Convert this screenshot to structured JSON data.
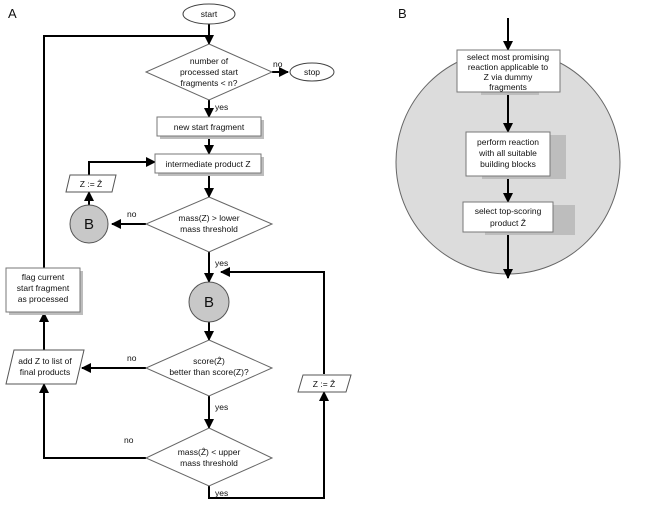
{
  "panel_labels": {
    "a": "A",
    "b": "B"
  },
  "panel_a": {
    "start": "start",
    "stop": "stop",
    "cond_fragments": {
      "line1": "number of",
      "line2": "processed start",
      "line3": "fragments < n?"
    },
    "new_start_fragment": "new start fragment",
    "intermediate_product": "intermediate product Z",
    "assign_z_top": "Z := Ẑ",
    "circle_b": "B",
    "cond_lower": {
      "line1": "mass(Z) > lower",
      "line2": "mass threshold"
    },
    "flag_current": {
      "line1": "flag current",
      "line2": "start fragment",
      "line3": "as processed"
    },
    "cond_score": {
      "line1": "score(Ẑ)",
      "line2": "better than score(Z)?"
    },
    "add_final": {
      "line1": "add Z to list of",
      "line2": "final products"
    },
    "assign_z_right": "Z := Ẑ",
    "cond_upper": {
      "line1": "mass(Ẑ) < upper",
      "line2": "mass threshold"
    },
    "edge_labels": {
      "no_stop": "no",
      "yes_fragments": "yes",
      "no_lower": "no",
      "yes_lower": "yes",
      "no_score": "no",
      "yes_score": "yes",
      "no_upper": "no",
      "yes_upper": "yes"
    }
  },
  "panel_b": {
    "step1": {
      "line1": "select most promising",
      "line2": "reaction applicable to",
      "line3": "Z via dummy",
      "line4": "fragments"
    },
    "step2": {
      "line1": "perform reaction",
      "line2": "with all suitable",
      "line3": "building blocks"
    },
    "step3": {
      "line1": "select top-scoring",
      "line2": "product Ẑ"
    }
  },
  "colors": {
    "circle_fill": "#c8c8c8",
    "big_circle_fill": "#dcdcdc",
    "line": "#000000"
  }
}
